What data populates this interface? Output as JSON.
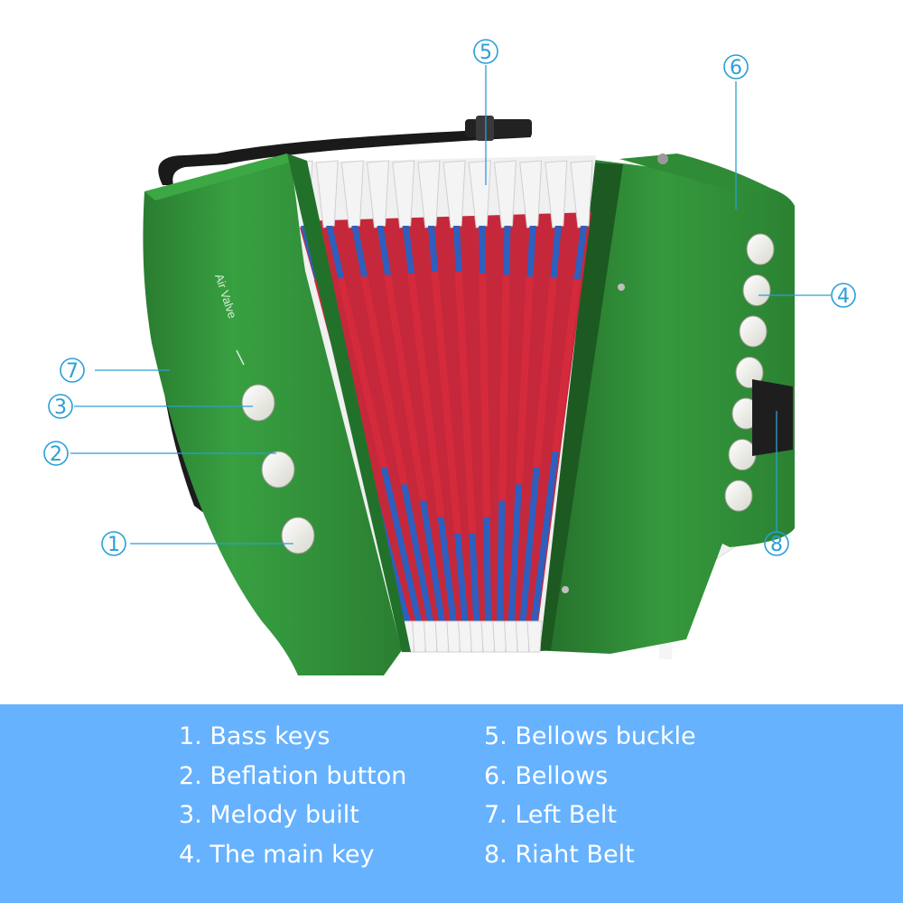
{
  "image_label": "Air Valve",
  "callouts": [
    {
      "number": "1"
    },
    {
      "number": "2"
    },
    {
      "number": "3"
    },
    {
      "number": "4"
    },
    {
      "number": "5"
    },
    {
      "number": "6"
    },
    {
      "number": "7"
    },
    {
      "number": "8"
    }
  ],
  "legend": {
    "left": [
      "1. Bass keys",
      "2. Beflation button",
      "3. Melody built",
      "4. The main key"
    ],
    "right": [
      "5. Bellows buckle",
      "6. Bellows",
      "7. Left Belt",
      "8. Riaht Belt"
    ]
  },
  "colors": {
    "accordion_body": "#2f8a36",
    "bellows_red": "#d42a3c",
    "bellows_blue": "#2e5fbf",
    "bellows_white": "#f4f4f4",
    "callout": "#2a9fd6",
    "legend_background": "#66b2ff",
    "legend_text": "#ffffff"
  }
}
